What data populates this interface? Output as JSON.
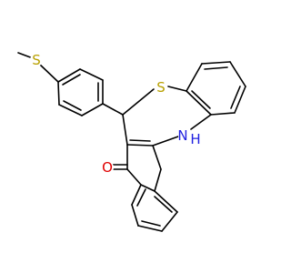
{
  "molecule": {
    "atoms": {
      "sulfur_methylthio": {
        "symbol": "S",
        "color": "#b8a000"
      },
      "sulfur_ring": {
        "symbol": "S",
        "color": "#b8a000"
      },
      "nitrogen": {
        "symbol": "N",
        "color": "#2020e0"
      },
      "nitrogen_h": {
        "symbol": "H",
        "color": "#2020e0"
      },
      "oxygen": {
        "symbol": "O",
        "color": "#e00000"
      }
    },
    "bond_color": "#000000"
  }
}
